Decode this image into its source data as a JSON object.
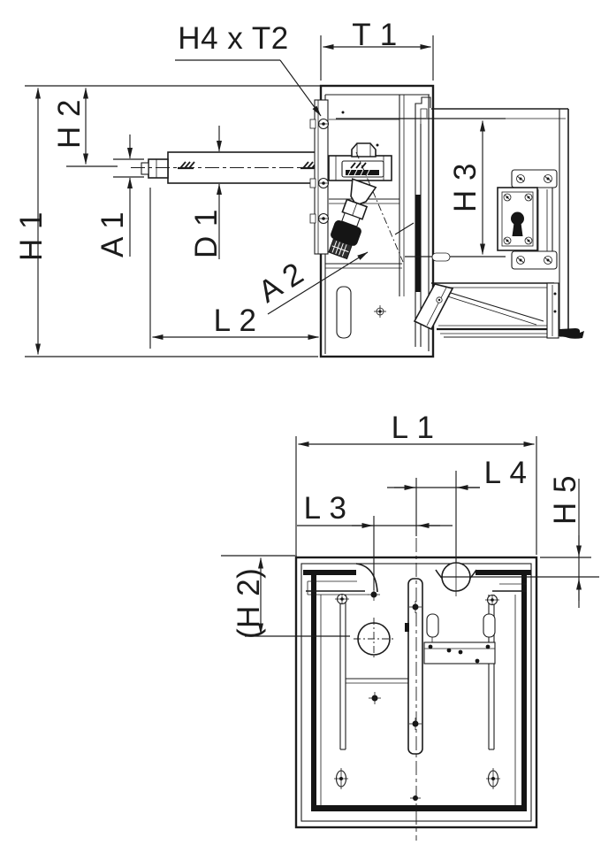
{
  "drawing": {
    "background": "#ffffff",
    "line_color": "#1c1c1c",
    "labels": {
      "h4xt2": "H4 x T2",
      "t1": "T 1",
      "h1": "H 1",
      "h2": "H 2",
      "a1": "A 1",
      "d1": "D 1",
      "l2": "L 2",
      "a2": "A 2",
      "h3": "H 3",
      "l1": "L 1",
      "l4": "L 4",
      "l3": "L 3",
      "h5": "H 5",
      "h2_paren": "(H 2)"
    }
  }
}
